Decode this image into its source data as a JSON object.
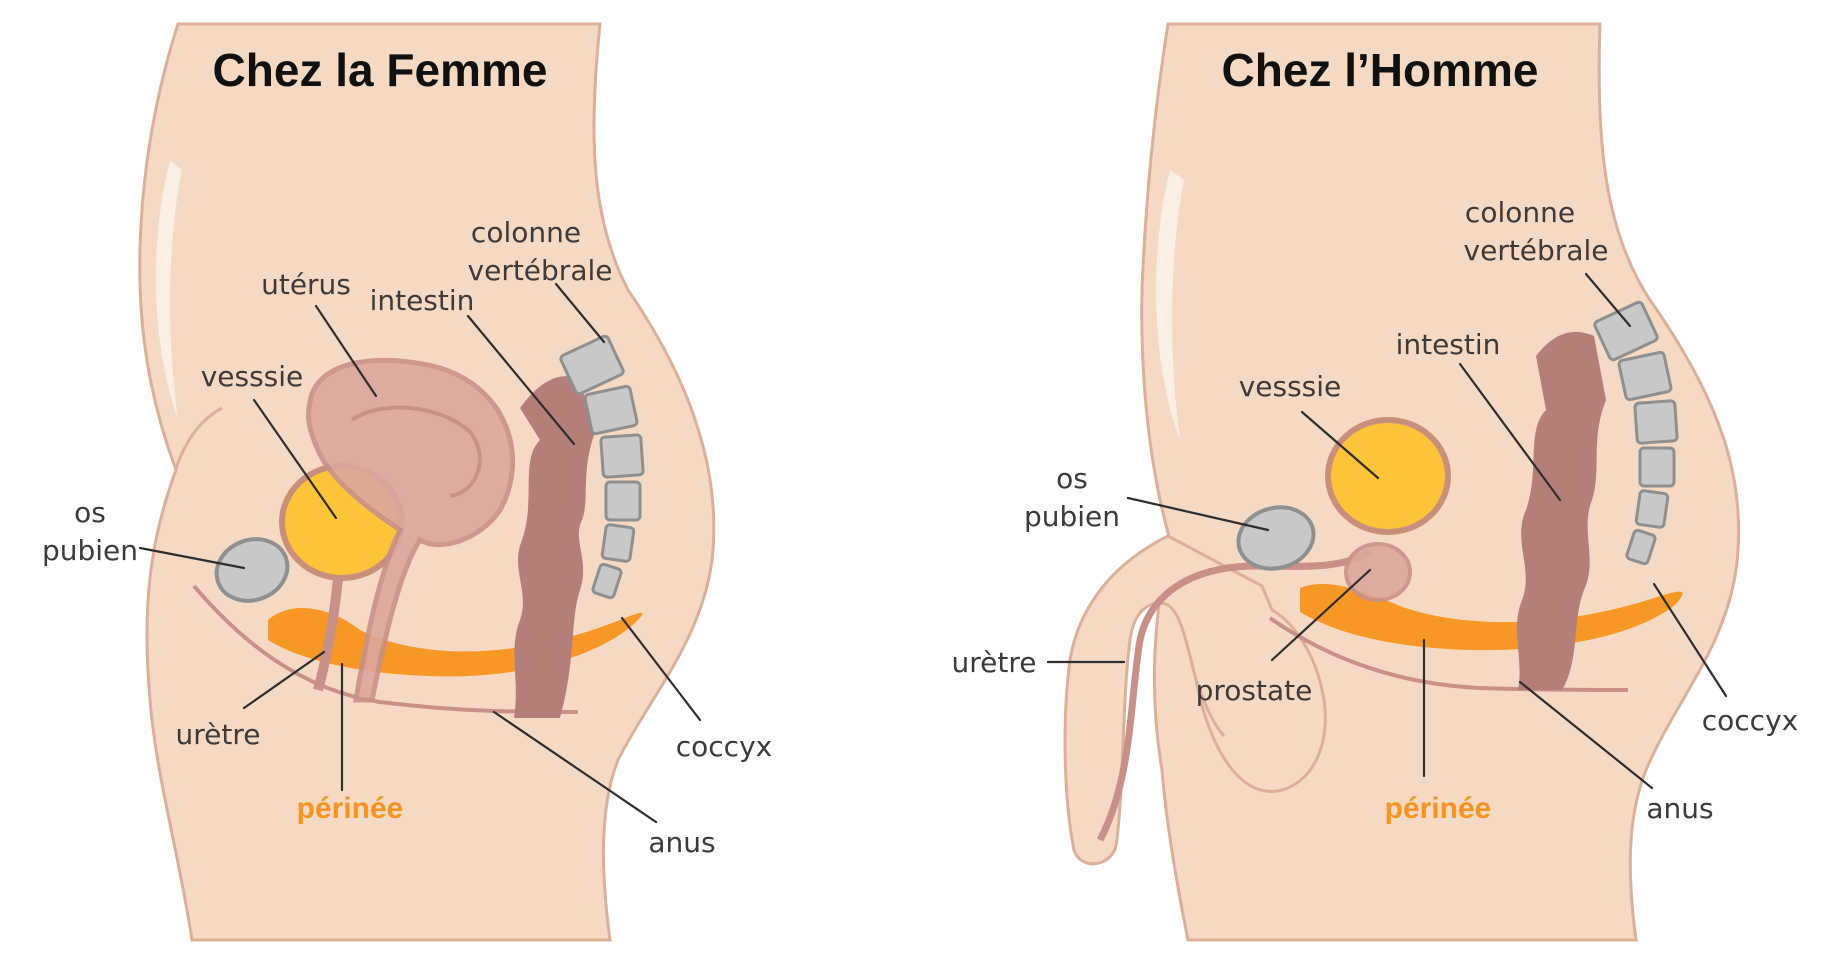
{
  "colors": {
    "skin": "#f5d9c2",
    "skin_edge": "#dcaf97",
    "bladder": "#fdc43a",
    "bladder_edge": "#c88f7a",
    "organ_outline": "#c99088",
    "uterus": "#dba79d",
    "intestine": "#b47f79",
    "bone": "#c8c8c8",
    "bone_edge": "#8f8f8f",
    "perineum": "#f7931e",
    "perineum_label": "#f7931e"
  },
  "female": {
    "title": "Chez la Femme",
    "labels": {
      "colonne_line1": "colonne",
      "colonne_line2": "vertébrale",
      "uterus": "utérus",
      "intestin": "intestin",
      "vessie": "vesssie",
      "os_line1": "os",
      "os_line2": "pubien",
      "uretre": "urètre",
      "perinee": "périnée",
      "coccyx": "coccyx",
      "anus": "anus"
    }
  },
  "male": {
    "title": "Chez l’Homme",
    "labels": {
      "colonne_line1": "colonne",
      "colonne_line2": "vertébrale",
      "intestin": "intestin",
      "vessie": "vesssie",
      "os_line1": "os",
      "os_line2": "pubien",
      "uretre": "urètre",
      "prostate": "prostate",
      "perinee": "périnée",
      "coccyx": "coccyx",
      "anus": "anus"
    }
  }
}
